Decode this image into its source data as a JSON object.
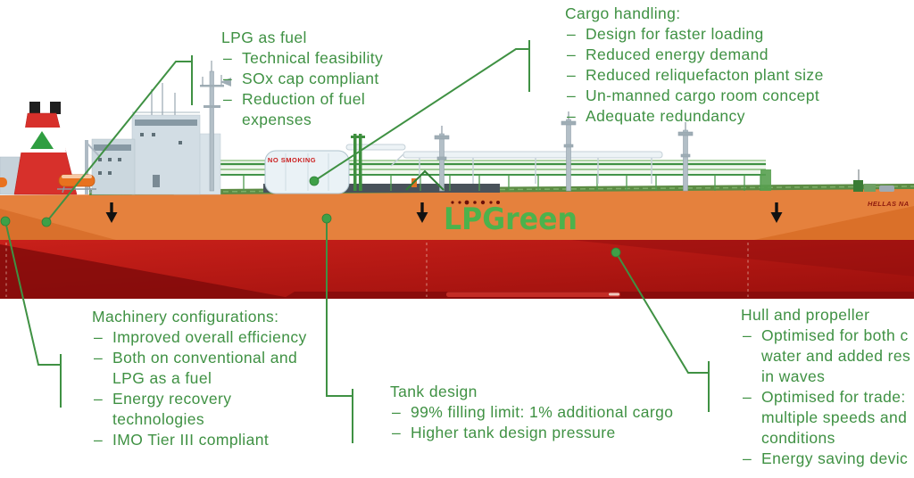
{
  "ship": {
    "name_logo": "LPGreen",
    "stern_marking": "HELLAS NA",
    "no_smoking_sign": "NO SMOKING"
  },
  "colors": {
    "annotation_green": "#3F9143",
    "logo_green": "#4CB24C",
    "hull_orange": "#E5813D",
    "hull_red": "#BC1512",
    "funnel_red": "#D7302B"
  },
  "annotations": [
    {
      "id": "lpg-as-fuel",
      "title": "LPG as fuel",
      "lines": [
        {
          "dash": true,
          "text": "Technical feasibility"
        },
        {
          "dash": true,
          "text": "SOx cap compliant"
        },
        {
          "dash": true,
          "text": "Reduction of fuel"
        },
        {
          "dash": false,
          "text": "expenses"
        }
      ]
    },
    {
      "id": "cargo-handling",
      "title": "Cargo handling:",
      "lines": [
        {
          "dash": true,
          "text": "Design for faster loading"
        },
        {
          "dash": true,
          "text": "Reduced energy demand"
        },
        {
          "dash": true,
          "text": "Reduced reliquefacton plant size"
        },
        {
          "dash": true,
          "text": "Un-manned cargo room concept"
        },
        {
          "dash": true,
          "text": "Adequate redundancy"
        }
      ]
    },
    {
      "id": "machinery-configurations",
      "title": "Machinery configurations:",
      "lines": [
        {
          "dash": true,
          "text": "Improved overall efficiency"
        },
        {
          "dash": true,
          "text": "Both on conventional and"
        },
        {
          "dash": false,
          "text": "LPG as a fuel"
        },
        {
          "dash": true,
          "text": "Energy recovery"
        },
        {
          "dash": false,
          "text": "technologies"
        },
        {
          "dash": true,
          "text": "IMO Tier III compliant"
        }
      ]
    },
    {
      "id": "tank-design",
      "title": "Tank design",
      "lines": [
        {
          "dash": true,
          "text": "99% filling limit: 1% additional cargo"
        },
        {
          "dash": true,
          "text": "Higher tank design pressure"
        }
      ]
    },
    {
      "id": "hull-and-propeller",
      "title": "Hull and propeller",
      "lines": [
        {
          "dash": true,
          "text": "Optimised for both c"
        },
        {
          "dash": false,
          "text": "water and added res"
        },
        {
          "dash": false,
          "text": "in waves"
        },
        {
          "dash": true,
          "text": "Optimised for trade:"
        },
        {
          "dash": false,
          "text": "multiple speeds and"
        },
        {
          "dash": false,
          "text": "conditions"
        },
        {
          "dash": true,
          "text": "Energy saving devic"
        }
      ]
    }
  ]
}
